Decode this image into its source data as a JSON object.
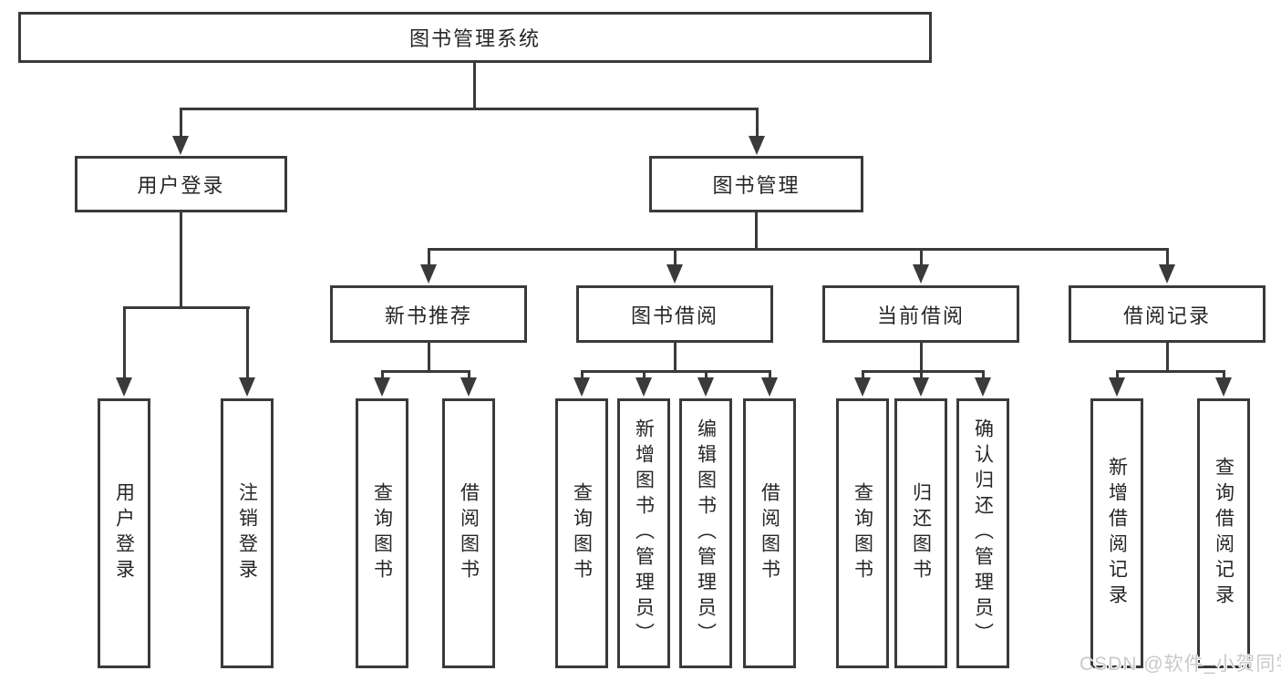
{
  "colors": {
    "line": "#3a3a3a",
    "text": "#262626",
    "background": "#ffffff",
    "watermark": "#c9c9cc"
  },
  "root": {
    "label": "图书管理系统"
  },
  "level2": {
    "user_login": {
      "label": "用户登录"
    },
    "book_management": {
      "label": "图书管理"
    }
  },
  "level3": {
    "new_book_recommend": {
      "label": "新书推荐"
    },
    "book_borrow": {
      "label": "图书借阅"
    },
    "current_borrow": {
      "label": "当前借阅"
    },
    "borrow_records": {
      "label": "借阅记录"
    }
  },
  "leaves": {
    "user_login": {
      "label": "用户登录"
    },
    "logout": {
      "label": "注销登录"
    },
    "query_book_recommend": {
      "label": "查询图书"
    },
    "borrow_book_recommend": {
      "label": "借阅图书"
    },
    "query_book_borrow": {
      "label": "查询图书"
    },
    "add_book_admin": {
      "label": "新增图书（管理员）"
    },
    "edit_book_admin": {
      "label": "编辑图书（管理员）"
    },
    "borrow_book_borrow": {
      "label": "借阅图书"
    },
    "query_book_current": {
      "label": "查询图书"
    },
    "return_book": {
      "label": "归还图书"
    },
    "confirm_return_admin": {
      "label": "确认归还（管理员）"
    },
    "add_borrow_record": {
      "label": "新增借阅记录"
    },
    "query_borrow_record": {
      "label": "查询借阅记录"
    }
  },
  "watermark": {
    "text": "CSDN @软件_小贺同学"
  }
}
